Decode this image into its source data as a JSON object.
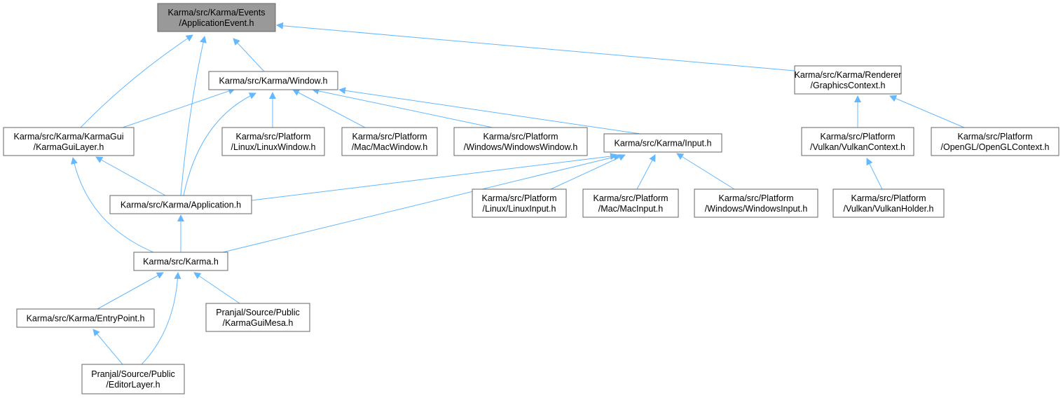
{
  "nodes": [
    {
      "id": "app_event",
      "lines": [
        "Karma/src/Karma/Events",
        "/ApplicationEvent.h"
      ],
      "root": true
    },
    {
      "id": "window",
      "lines": [
        "Karma/src/Karma/Window.h"
      ]
    },
    {
      "id": "graphics_context",
      "lines": [
        "Karma/src/Karma/Renderer",
        "/GraphicsContext.h"
      ]
    },
    {
      "id": "karmagui_layer",
      "lines": [
        "Karma/src/Karma/KarmaGui",
        "/KarmaGuiLayer.h"
      ]
    },
    {
      "id": "linux_window",
      "lines": [
        "Karma/src/Platform",
        "/Linux/LinuxWindow.h"
      ]
    },
    {
      "id": "mac_window",
      "lines": [
        "Karma/src/Platform",
        "/Mac/MacWindow.h"
      ]
    },
    {
      "id": "windows_window",
      "lines": [
        "Karma/src/Platform",
        "/Windows/WindowsWindow.h"
      ]
    },
    {
      "id": "input",
      "lines": [
        "Karma/src/Karma/Input.h"
      ]
    },
    {
      "id": "vulkan_context",
      "lines": [
        "Karma/src/Platform",
        "/Vulkan/VulkanContext.h"
      ]
    },
    {
      "id": "opengl_context",
      "lines": [
        "Karma/src/Platform",
        "/OpenGL/OpenGLContext.h"
      ]
    },
    {
      "id": "application",
      "lines": [
        "Karma/src/Karma/Application.h"
      ]
    },
    {
      "id": "linux_input",
      "lines": [
        "Karma/src/Platform",
        "/Linux/LinuxInput.h"
      ]
    },
    {
      "id": "mac_input",
      "lines": [
        "Karma/src/Platform",
        "/Mac/MacInput.h"
      ]
    },
    {
      "id": "windows_input",
      "lines": [
        "Karma/src/Platform",
        "/Windows/WindowsInput.h"
      ]
    },
    {
      "id": "vulkan_holder",
      "lines": [
        "Karma/src/Platform",
        "/Vulkan/VulkanHolder.h"
      ]
    },
    {
      "id": "karma_h",
      "lines": [
        "Karma/src/Karma.h"
      ]
    },
    {
      "id": "entry_point",
      "lines": [
        "Karma/src/Karma/EntryPoint.h"
      ]
    },
    {
      "id": "gui_mesa",
      "lines": [
        "Pranjal/Source/Public",
        "/KarmaGuiMesa.h"
      ]
    },
    {
      "id": "editor_layer",
      "lines": [
        "Pranjal/Source/Public",
        "/EditorLayer.h"
      ]
    }
  ],
  "edges": [
    {
      "from": "window",
      "to": "app_event"
    },
    {
      "from": "graphics_context",
      "to": "app_event"
    },
    {
      "from": "karmagui_layer",
      "to": "app_event"
    },
    {
      "from": "application",
      "to": "app_event"
    },
    {
      "from": "karmagui_layer",
      "to": "window"
    },
    {
      "from": "linux_window",
      "to": "window"
    },
    {
      "from": "mac_window",
      "to": "window"
    },
    {
      "from": "windows_window",
      "to": "window"
    },
    {
      "from": "input",
      "to": "window"
    },
    {
      "from": "application",
      "to": "window"
    },
    {
      "from": "vulkan_context",
      "to": "graphics_context"
    },
    {
      "from": "opengl_context",
      "to": "graphics_context"
    },
    {
      "from": "application",
      "to": "karmagui_layer"
    },
    {
      "from": "karma_h",
      "to": "karmagui_layer"
    },
    {
      "from": "application",
      "to": "input"
    },
    {
      "from": "karma_h",
      "to": "input"
    },
    {
      "from": "linux_input",
      "to": "input"
    },
    {
      "from": "mac_input",
      "to": "input"
    },
    {
      "from": "windows_input",
      "to": "input"
    },
    {
      "from": "vulkan_holder",
      "to": "vulkan_context"
    },
    {
      "from": "karma_h",
      "to": "application"
    },
    {
      "from": "entry_point",
      "to": "karma_h"
    },
    {
      "from": "gui_mesa",
      "to": "karma_h"
    },
    {
      "from": "editor_layer",
      "to": "karma_h"
    },
    {
      "from": "editor_layer",
      "to": "entry_point"
    }
  ],
  "colors": {
    "edge": "#63b8ff",
    "node_border": "#666666",
    "root_fill": "#999999"
  }
}
